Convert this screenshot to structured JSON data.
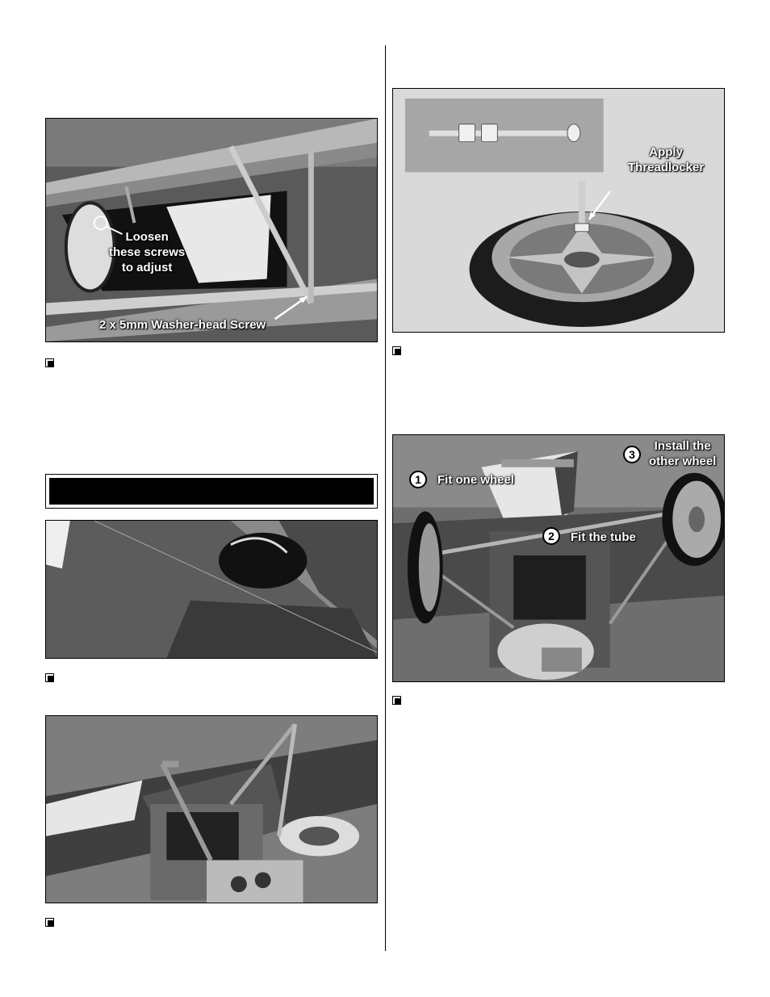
{
  "photo1": {
    "label_loosen": "Loosen\nthese screws\nto adjust",
    "label_screw": "2 x 5mm Washer-head Screw"
  },
  "photo4": {
    "label_apply": "Apply\nThreadlocker"
  },
  "photo5": {
    "badge1": "1",
    "label1": "Fit one wheel",
    "badge2": "2",
    "label2": "Fit the tube",
    "badge3": "3",
    "label3": "Install the\nother wheel"
  },
  "section": {
    "title": ""
  }
}
